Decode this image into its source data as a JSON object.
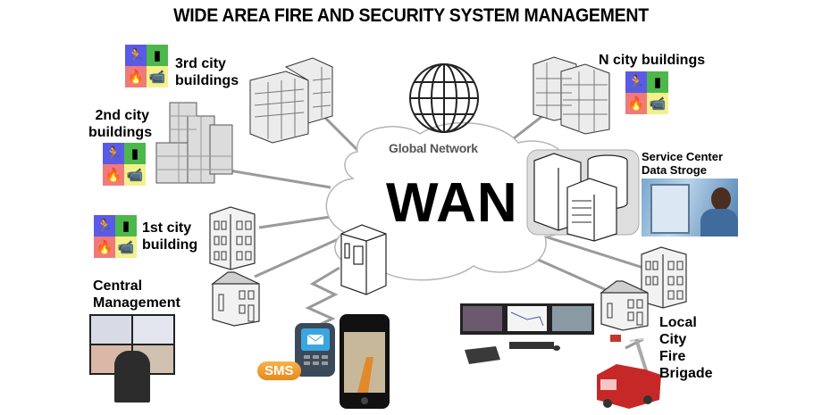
{
  "title": "WIDE AREA FIRE AND SECURITY SYSTEM MANAGEMENT",
  "center": {
    "globe_label": "Global Network",
    "cloud_label": "WAN"
  },
  "nodes": {
    "third_city": {
      "line1": "3rd city",
      "line2": "buildings"
    },
    "second_city": {
      "line1": "2nd city",
      "line2": "buildings"
    },
    "first_city": {
      "line1": "1st city",
      "line2": "building"
    },
    "central": {
      "line1": "Central",
      "line2": "Management"
    },
    "n_city": {
      "label": "N city buildings"
    },
    "service_center": {
      "line1": "Service Center",
      "line2": "Data Stroge"
    },
    "fire_brigade": {
      "line1": "Local",
      "line2": "City",
      "line3": "Fire",
      "line4": "Brigade"
    },
    "sms_badge": "SMS"
  },
  "security_icons": [
    {
      "name": "intruder-icon",
      "glyph": "🏃",
      "color": "#5a5ae6"
    },
    {
      "name": "door-icon",
      "glyph": "▮",
      "color": "#4cb84c"
    },
    {
      "name": "fire-icon",
      "glyph": "🔥",
      "color": "#f07a7a"
    },
    {
      "name": "camera-icon",
      "glyph": "📹",
      "color": "#f4f08a"
    }
  ]
}
